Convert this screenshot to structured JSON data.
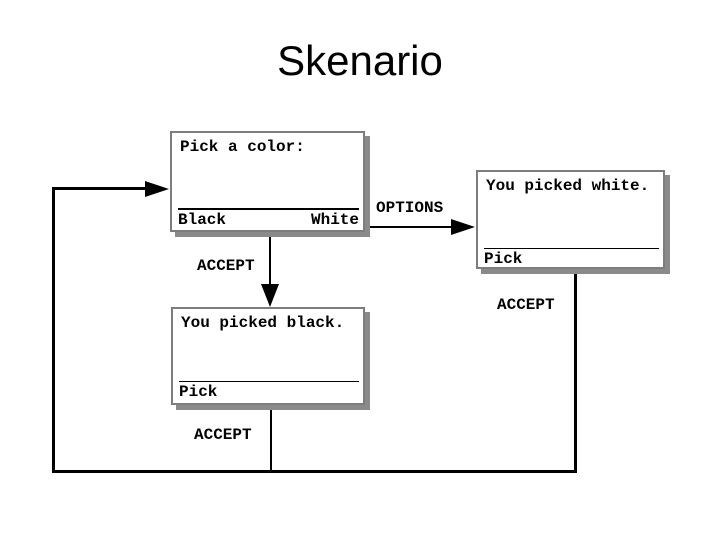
{
  "slide": {
    "title": "Skenario",
    "background_color": "#ffffff",
    "text_color": "#000000",
    "screen_border_color": "#7d7d7d",
    "screen_shadow_color": "#8a8a8a",
    "connector_color": "#000000"
  },
  "screens": [
    {
      "name": "pick-color",
      "body": "Pick a color:",
      "softkey_left": "Black",
      "softkey_right": "White"
    },
    {
      "name": "picked-black",
      "body": "You picked black.",
      "softkey_left": "Pick",
      "softkey_right": ""
    },
    {
      "name": "picked-white",
      "body": "You picked white.",
      "softkey_left": "Pick",
      "softkey_right": ""
    }
  ],
  "edges": {
    "options": {
      "label": "OPTIONS"
    },
    "accept_pick_to_black": {
      "label": "ACCEPT"
    },
    "accept_black_loop": {
      "label": "ACCEPT"
    },
    "accept_white_loop": {
      "label": "ACCEPT"
    }
  }
}
